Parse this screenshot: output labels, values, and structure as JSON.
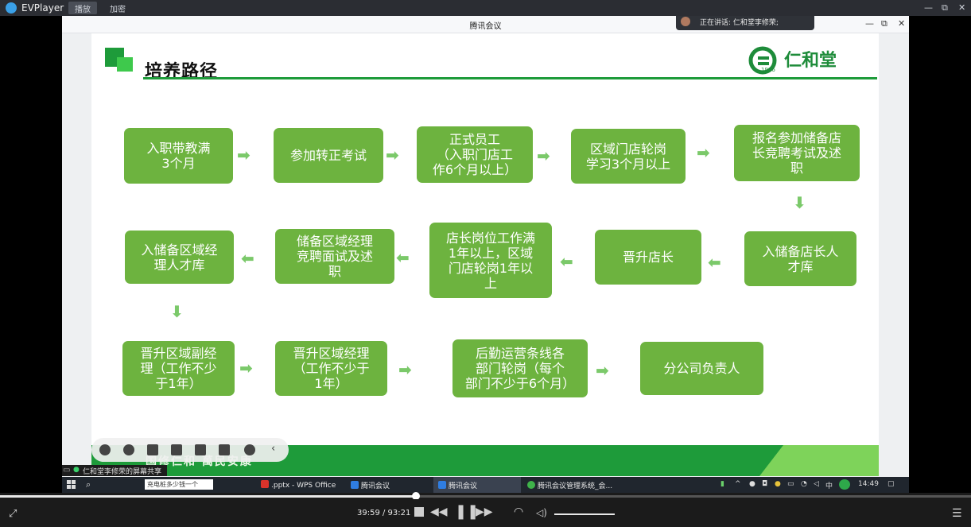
{
  "player": {
    "app_name": "EVPlayer",
    "tabs": [
      "播放",
      "加密"
    ],
    "window_controls": [
      "—",
      "⧉",
      "✕"
    ],
    "time_display": "39:59 / 93:21",
    "progress_fraction": 0.428,
    "volume_fraction": 1.0
  },
  "meeting": {
    "window_title": "腾讯会议",
    "speaker_text": "正在讲话: 仁和堂李修荣;",
    "share_indicator": "仁和堂李修荣的屏幕共享",
    "window_controls": [
      "—",
      "⧉",
      "✕"
    ]
  },
  "slide": {
    "title": "培养路径",
    "brand_name": "仁和堂",
    "brand_year": "1916",
    "slogan": "国修仁和 萬民安康",
    "steps": [
      "入职带教满\n3个月",
      "参加转正考试",
      "正式员工\n（入职门店工\n作6个月以上）",
      "区域门店轮岗\n学习3个月以上",
      "报名参加储备店\n长竞聘考试及述\n职",
      "入储备店长人\n才库",
      "晋升店长",
      "店长岗位工作满\n1年以上，区域\n门店轮岗1年以\n上",
      "储备区域经理\n竞聘面试及述\n职",
      "入储备区域经\n理人才库",
      "晋升区域副经\n理（工作不少\n于1年）",
      "晋升区域经理\n（工作不少于\n1年）",
      "后勤运营条线各\n部门轮岗（每个\n部门不少于6个月）",
      "分公司负责人"
    ]
  },
  "taskbar": {
    "search_text": "充电桩多少钱一个",
    "apps": [
      ".pptx - WPS Office",
      "腾讯会议",
      "腾讯会议",
      "腾讯会议管理系统_会..."
    ],
    "ime": "中",
    "clock": "14:49"
  },
  "colors": {
    "slide_green": "#1e9b3a",
    "box_green": "#6db33f",
    "arrow_green": "#7bc96a"
  }
}
